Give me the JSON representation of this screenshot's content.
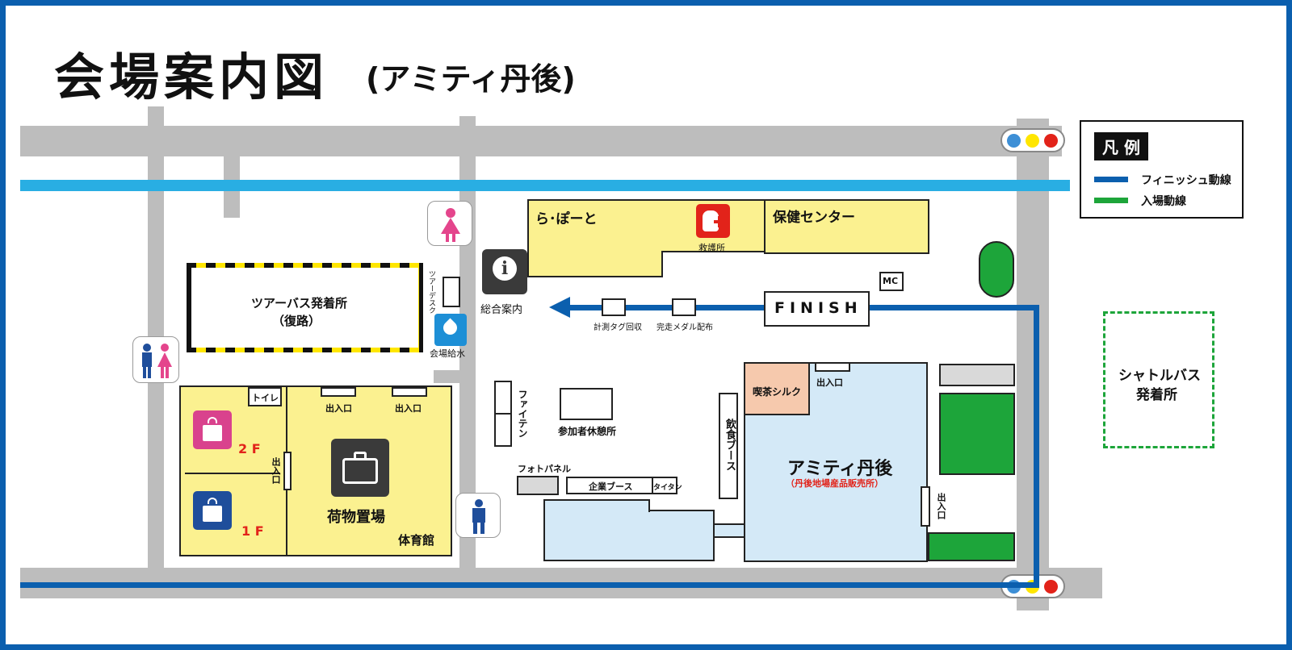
{
  "title": "会場案内図",
  "subtitle": "(アミティ丹後)",
  "legend": {
    "title": "凡 例",
    "finish_line": "フィニッシュ動線",
    "entry_line": "入場動線",
    "finish_color": "#0b5fae",
    "entry_color": "#1da53a"
  },
  "facilities": {
    "rapoto": "ら･ぽーと",
    "first_aid": "救護所",
    "health_center": "保健センター",
    "finish": "FINISH",
    "mc": "MC",
    "info": "総合案内",
    "timing_tag": "計測タグ回収",
    "medal": "完走メダル配布",
    "tour_desk": "ツアーデスク",
    "water": "会場給水",
    "tour_bus_1": "ツアーバス発着所",
    "tour_bus_2": "（復路）",
    "toilet": "トイレ",
    "entrance": "出入口",
    "floor2": "2 F",
    "floor1": "1 F",
    "baggage": "荷物置場",
    "gym": "体育館",
    "fighten": "ファイテン",
    "rest_area": "参加者休憩所",
    "photo_panel": "フォトパネル",
    "company_booth": "企業ブース",
    "taitan": "タイタン",
    "food_booth": "飲食ブース",
    "cafe": "喫茶シルク",
    "amity": "アミティ丹後",
    "amity_sub": "（丹後地場産品販売所）",
    "shuttle_1": "シャトルバス",
    "shuttle_2": "発着所"
  },
  "colors": {
    "frame": "#0b5fae",
    "road": "#bdbdbd",
    "river": "#29aee3",
    "building_yellow": "#fbf190",
    "building_blue": "#d4e9f7",
    "cafe": "#f6c9ad",
    "green_area": "#1da53a",
    "first_aid_red": "#e2231a",
    "women_pink": "#e4458c",
    "men_blue": "#1f4e9b"
  },
  "icons": [
    "info-icon",
    "first-aid-icon",
    "water-drop-icon",
    "women-toilet-icon",
    "men-toilet-icon",
    "restroom-icon",
    "changing-room-icon",
    "baggage-icon",
    "traffic-light-icon"
  ]
}
